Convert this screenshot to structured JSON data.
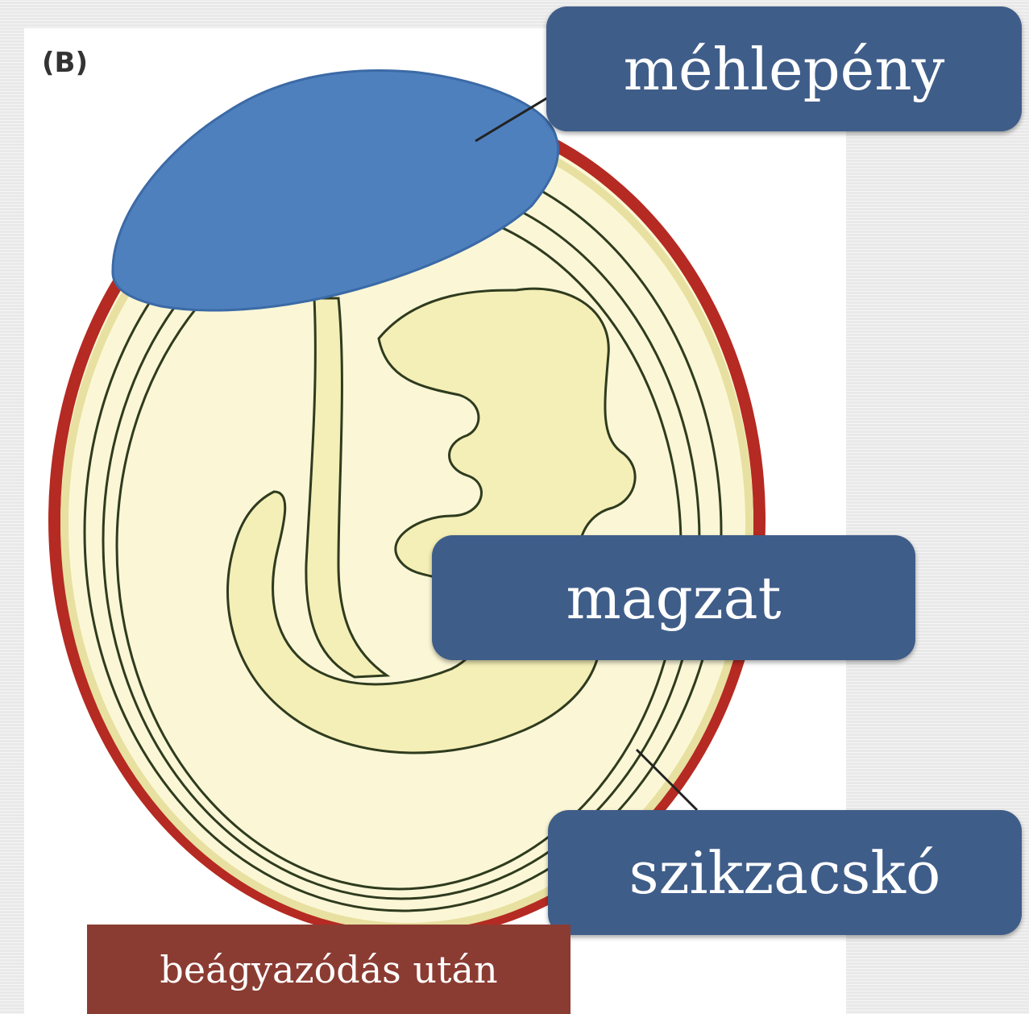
{
  "panel_letter": "(B)",
  "labels": {
    "placenta": "méhlepény",
    "fetus": "magzat",
    "yolk_sac": "szikzacskó"
  },
  "caption": "beágyazódás után",
  "colors": {
    "background": "#e9e9e9",
    "placenta": "#4f80be",
    "uterine_wall": "#b52a22",
    "amnion_fill": "#fbf7d6",
    "fetus_fill": "#f4efb6",
    "label_box": "#3f5d89",
    "caption_box": "#8b3c32"
  }
}
